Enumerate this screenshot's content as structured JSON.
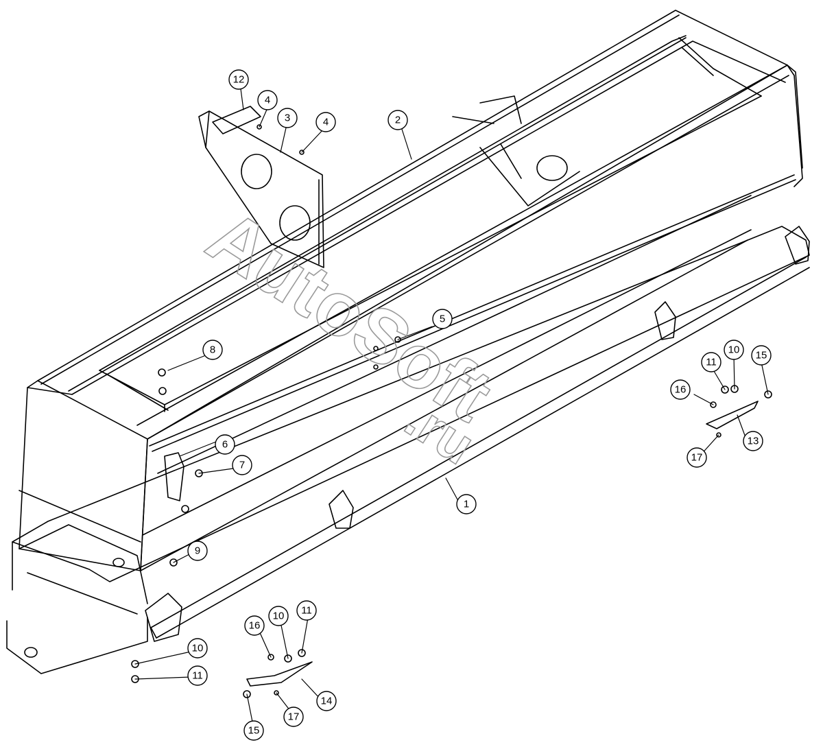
{
  "watermark": {
    "line1": "AutoSoft",
    "line2": ".ru"
  },
  "callouts": [
    {
      "label": "1"
    },
    {
      "label": "2"
    },
    {
      "label": "3"
    },
    {
      "label": "4"
    },
    {
      "label": "4"
    },
    {
      "label": "5"
    },
    {
      "label": "6"
    },
    {
      "label": "7"
    },
    {
      "label": "8"
    },
    {
      "label": "9"
    },
    {
      "label": "10"
    },
    {
      "label": "10"
    },
    {
      "label": "10"
    },
    {
      "label": "11"
    },
    {
      "label": "11"
    },
    {
      "label": "11"
    },
    {
      "label": "12"
    },
    {
      "label": "13"
    },
    {
      "label": "14"
    },
    {
      "label": "15"
    },
    {
      "label": "15"
    },
    {
      "label": "16"
    },
    {
      "label": "16"
    },
    {
      "label": "17"
    },
    {
      "label": "17"
    }
  ]
}
